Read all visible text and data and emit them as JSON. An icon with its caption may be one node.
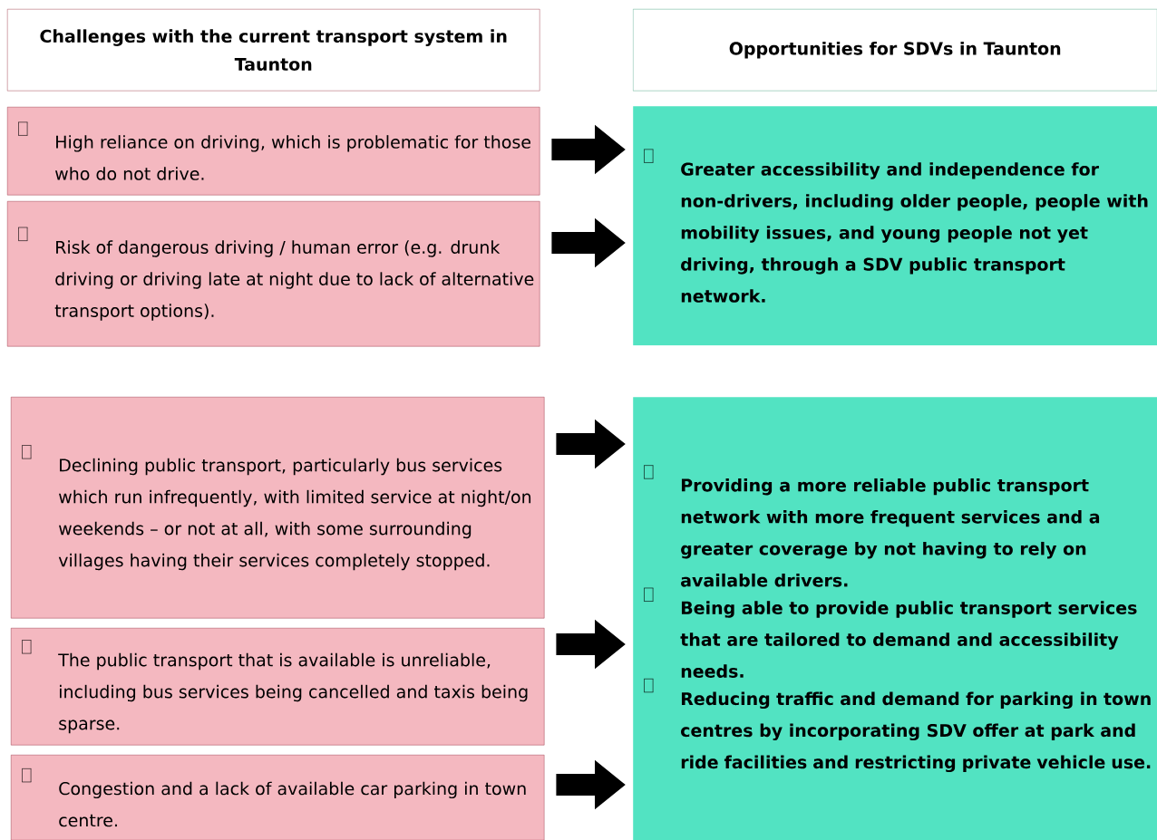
{
  "diagram": {
    "nodes": [
      {
        "text": [
          "Challenges with the current transport system in Taunton"
        ]
      },
      {
        "text": [
          "Opportunities for SDVs in Taunton"
        ]
      },
      {
        "text": [
          "High reliance on driving, which is problematic for those who do not drive."
        ]
      },
      {
        "text": [
          "Risk of dangerous driving / human error (e.g. drunk driving or driving late at night due to lack of alternative transport options)."
        ]
      },
      {
        "text": [
          "Greater accessibility and independence for non-drivers, including older people, people with mobility issues, and young people not yet driving, through a SDV public transport network."
        ]
      },
      {
        "text": [
          "Declining public transport, particularly bus services which run infrequently, with limited service at night/on weekends – or not at all, with some surrounding villages having their services completely stopped."
        ]
      },
      {
        "text": [
          "The public transport that is available is unreliable, including bus services being cancelled and taxis being sparse."
        ]
      },
      {
        "text": [
          "Congestion and a lack of available car parking in town centre."
        ]
      },
      {
        "text": [
          "Providing a more reliable public transport network with more frequent services and a greater coverage by not having to rely on available drivers.",
          "Being able to provide public transport services that are tailored to demand and accessibility needs.",
          "Reducing traffic and demand for parking in town centres by incorporating SDV offer at park and ride facilities and restricting private vehicle use."
        ]
      }
    ],
    "edges": [
      {
        "from": 2,
        "to": 4,
        "arrow": "to"
      },
      {
        "from": 3,
        "to": 4,
        "arrow": "to"
      },
      {
        "from": 5,
        "to": 8,
        "arrow": "to"
      },
      {
        "from": 6,
        "to": 8,
        "arrow": "to"
      },
      {
        "from": 7,
        "to": 8,
        "arrow": "to"
      }
    ]
  }
}
